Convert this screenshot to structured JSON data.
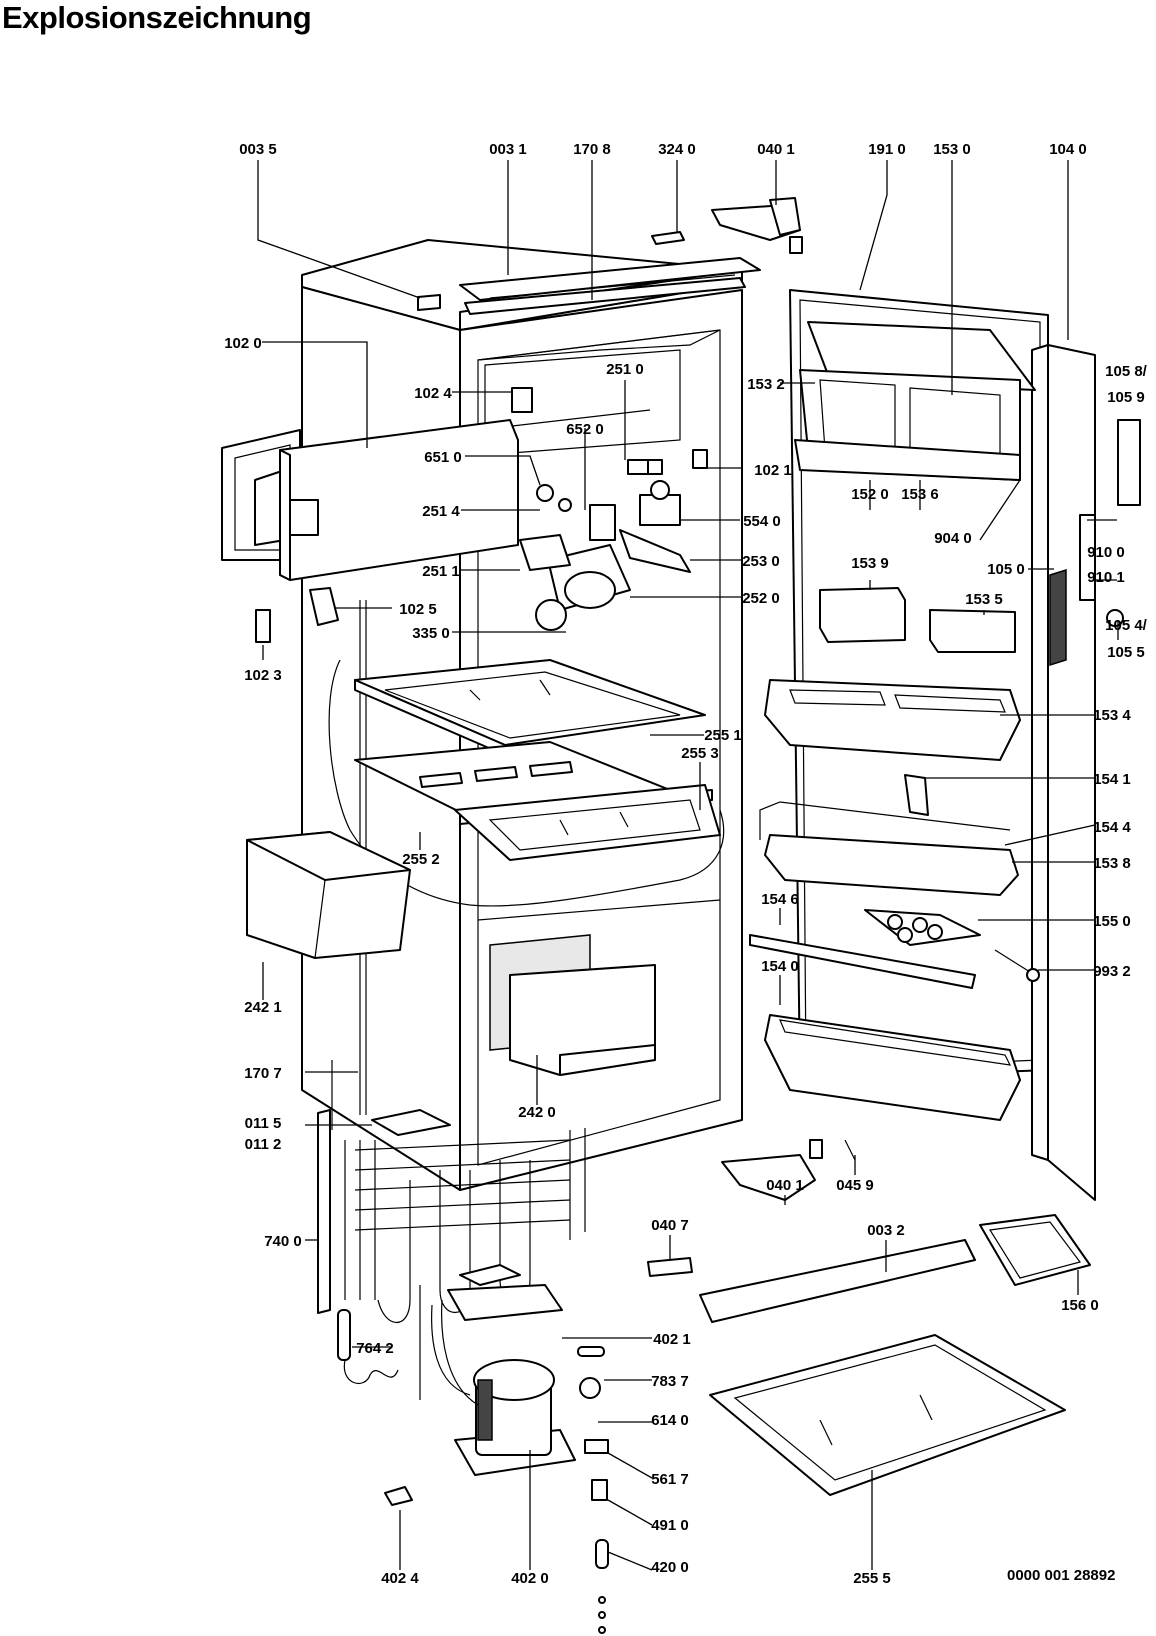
{
  "title": "Explosionszeichnung",
  "drawing_number": "0000 001 28892",
  "callouts": [
    "003 5",
    "003 1",
    "170 8",
    "324 0",
    "040 1",
    "191 0",
    "153 0",
    "104 0",
    "102 0",
    "102 4",
    "251 0",
    "153 2",
    "105 8/",
    "105 9",
    "652 0",
    "651 0",
    "102 1",
    "251 4",
    "554 0",
    "152 0",
    "153 6",
    "904 0",
    "910 0",
    "251 1",
    "253 0",
    "153 9",
    "105 0",
    "910 1",
    "102 5",
    "252 0",
    "153 5",
    "105 4/",
    "105 5",
    "335 0",
    "102 3",
    "255 1",
    "153 4",
    "255 3",
    "154 1",
    "154 4",
    "255 2",
    "153 8",
    "154 6",
    "155 0",
    "993 2",
    "154 0",
    "242 1",
    "170 7",
    "242 0",
    "011 5",
    "011 2",
    "045 9",
    "040 1",
    "040 7",
    "003 2",
    "740 0",
    "156 0",
    "402 1",
    "764 2",
    "783 7",
    "614 0",
    "561 7",
    "491 0",
    "420 0",
    "402 4",
    "402 0",
    "255 5"
  ]
}
